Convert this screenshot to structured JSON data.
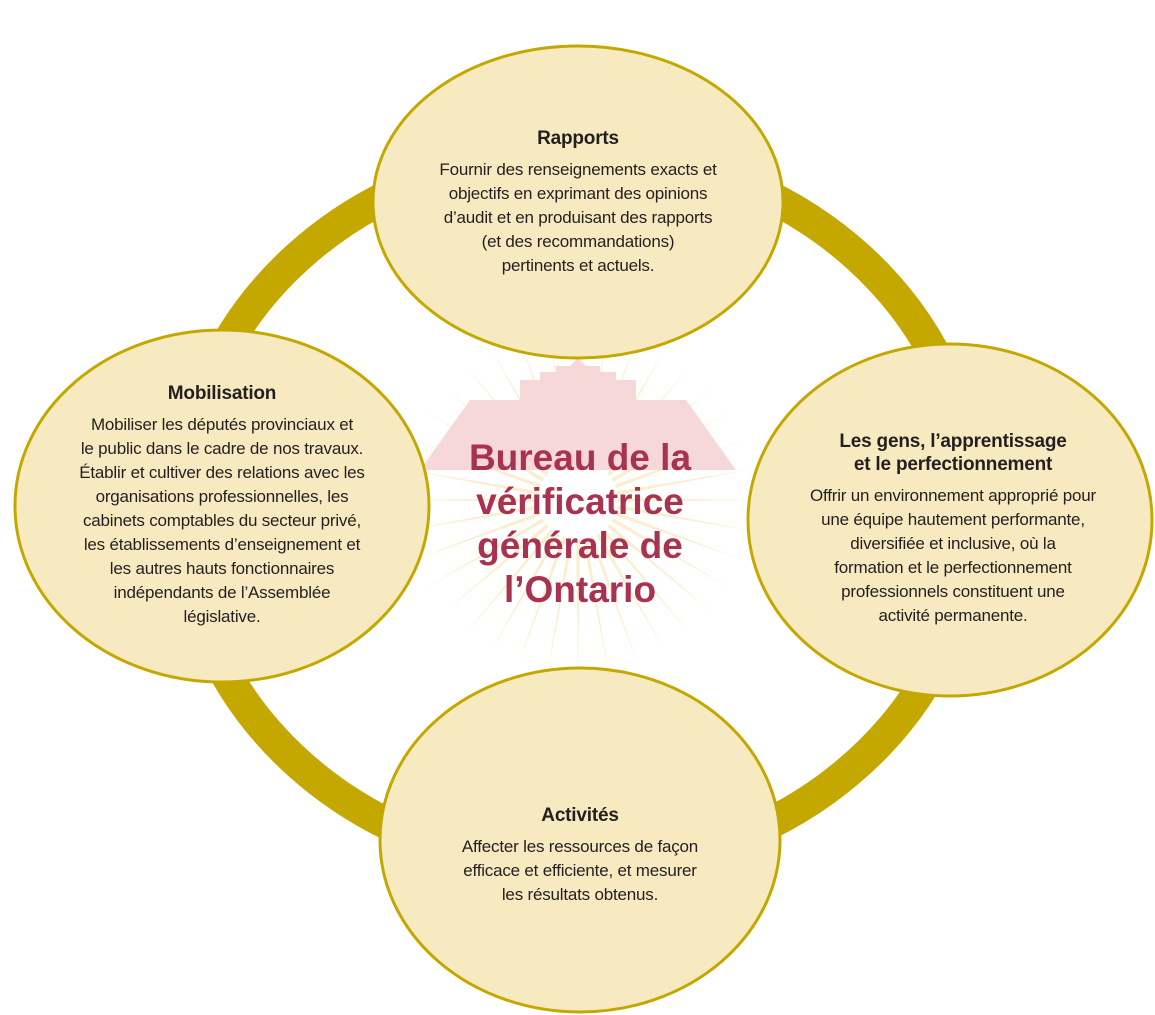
{
  "center": {
    "title": "Bureau de la\nvérificatrice\ngénérale de\nl’Ontario"
  },
  "nodes": {
    "top": {
      "title": "Rapports",
      "text": "Fournir des renseignements exacts et\nobjectifs en exprimant des opinions\nd’audit et en produisant des rapports\n(et des recommandations)\npertinents et actuels."
    },
    "left": {
      "title": "Mobilisation",
      "text": "Mobiliser les députés provinciaux et\nle public dans le cadre de nos travaux.\nÉtablir et cultiver des relations avec les\norganisations professionnelles, les\ncabinets comptables du secteur privé,\nles établissements d’enseignement et\nles autres hauts fonctionnaires\nindépendants de l’Assemblée\nlégislative."
    },
    "right": {
      "title": "Les gens, l’apprentissage\net le perfectionnement",
      "text": "Offrir un environnement approprié pour\nune équipe hautement performante,\ndiversifiée et inclusive, où la\nformation et le perfectionnement\nprofessionnels constituent une\nactivité permanente."
    },
    "bottom": {
      "title": "Activités",
      "text": "Affecter les ressources de façon\nefficace et efficiente, et mesurer\nles résultats obtenus."
    }
  },
  "colors": {
    "ring": "#c4a800",
    "bubble_fill": "#f8eac0",
    "bubble_stroke": "#c4a800",
    "center_text": "#a8324f",
    "watermark_building": "#f6d8d8",
    "watermark_rays": "#fbeecd"
  },
  "icons": {
    "watermark": "parliament-building-sunburst-icon"
  }
}
